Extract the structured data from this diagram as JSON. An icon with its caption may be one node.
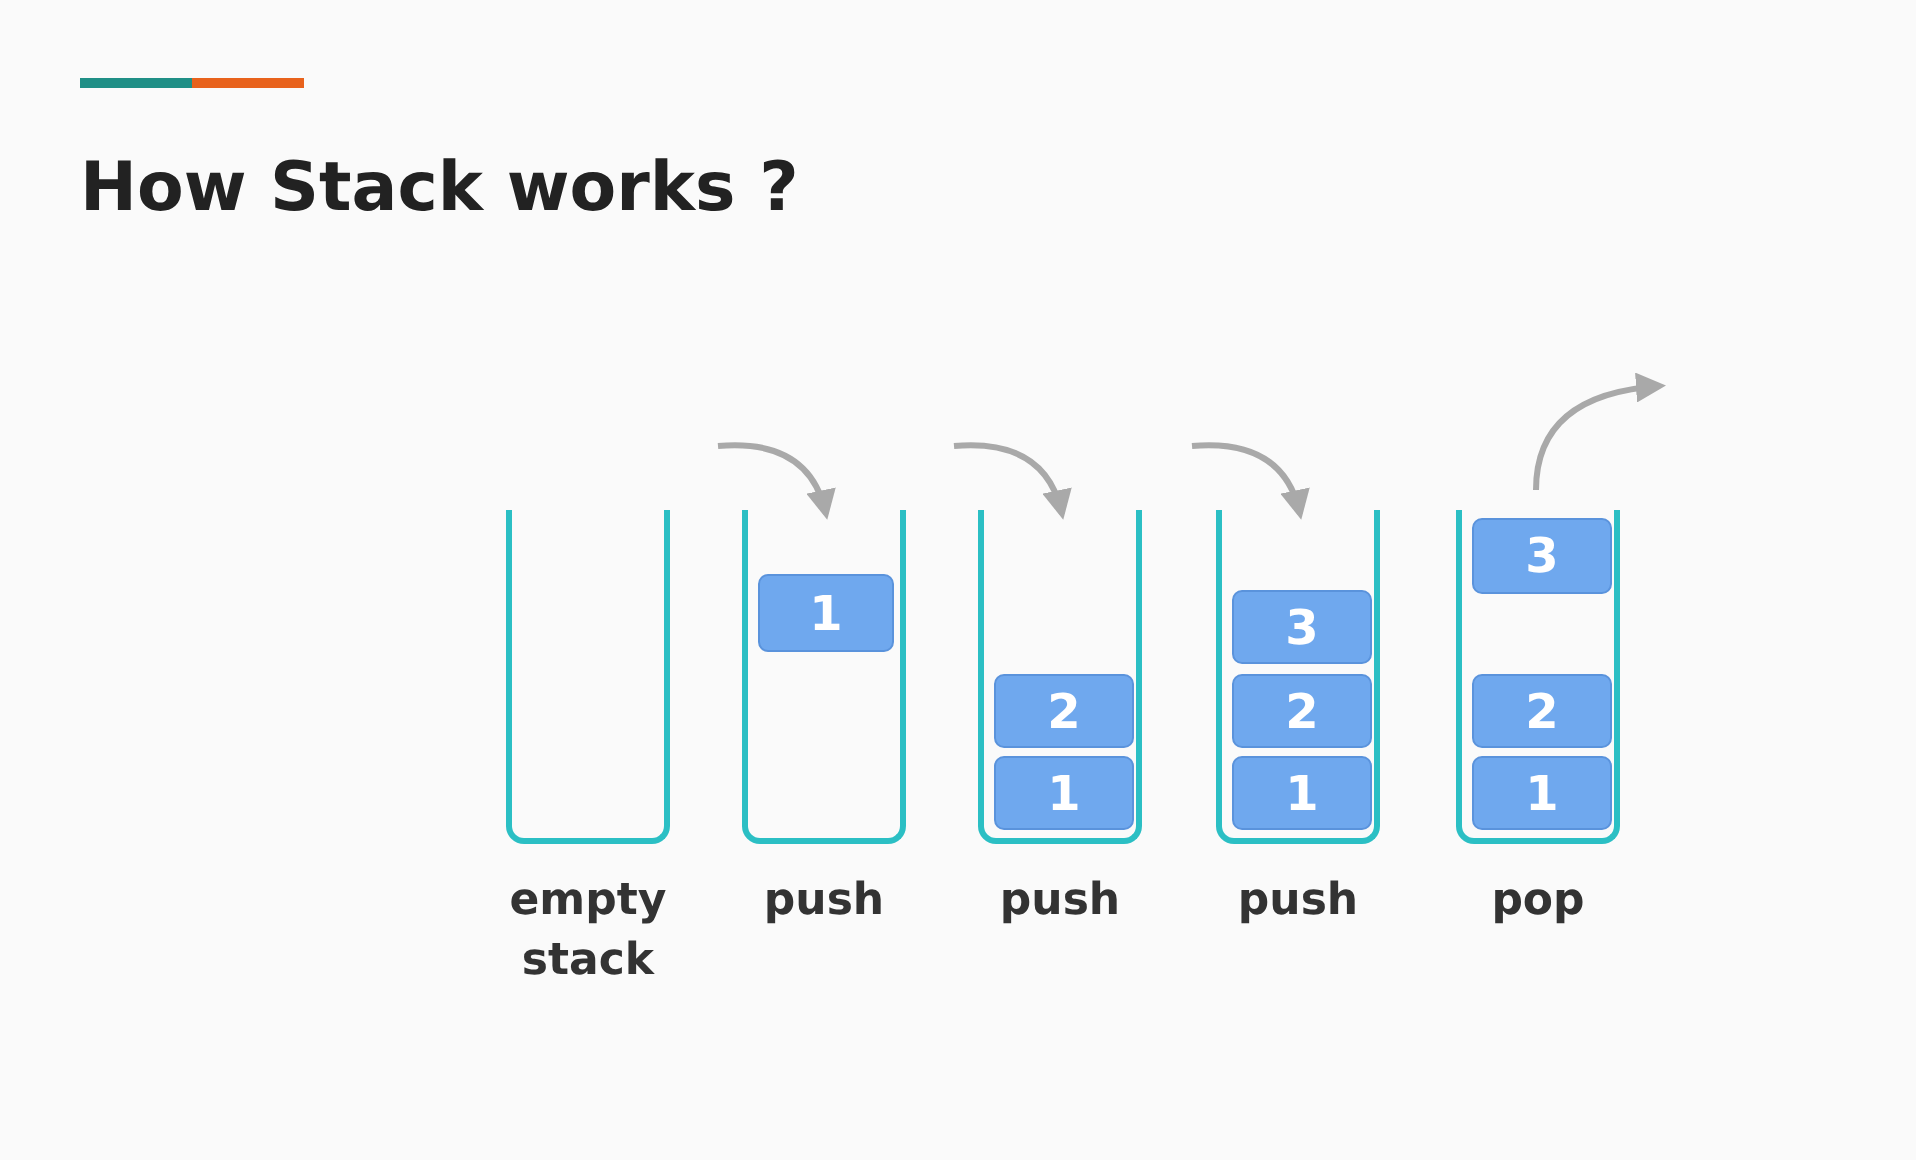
{
  "diagram": {
    "title": "How Stack works ?",
    "nodes": [
      {
        "text": [],
        "shape": "box",
        "beside": [
          "empty stack"
        ]
      },
      {
        "text": [],
        "shape": "box",
        "beside": [
          "push"
        ]
      },
      {
        "text": [
          "1"
        ],
        "in": 1
      },
      {
        "text": [],
        "shape": "box",
        "beside": [
          "push"
        ]
      },
      {
        "text": [
          "2"
        ],
        "in": 3
      },
      {
        "text": [
          "1"
        ],
        "in": 3
      },
      {
        "text": [],
        "shape": "box",
        "beside": [
          "push"
        ]
      },
      {
        "text": [
          "3"
        ],
        "in": 6
      },
      {
        "text": [
          "2"
        ],
        "in": 6
      },
      {
        "text": [
          "1"
        ],
        "in": 6
      },
      {
        "text": [],
        "shape": "box",
        "beside": [
          "pop"
        ]
      },
      {
        "text": [
          "3"
        ],
        "in": 10
      },
      {
        "text": [
          "2"
        ],
        "in": 10
      },
      {
        "text": [
          "1"
        ],
        "in": 10
      }
    ],
    "edges": [
      {
        "from": null,
        "to": 1,
        "arrow": "to"
      },
      {
        "from": null,
        "to": 3,
        "arrow": "to"
      },
      {
        "from": null,
        "to": 6,
        "arrow": "to"
      },
      {
        "from": 11,
        "to": null,
        "arrow": "to"
      }
    ]
  }
}
